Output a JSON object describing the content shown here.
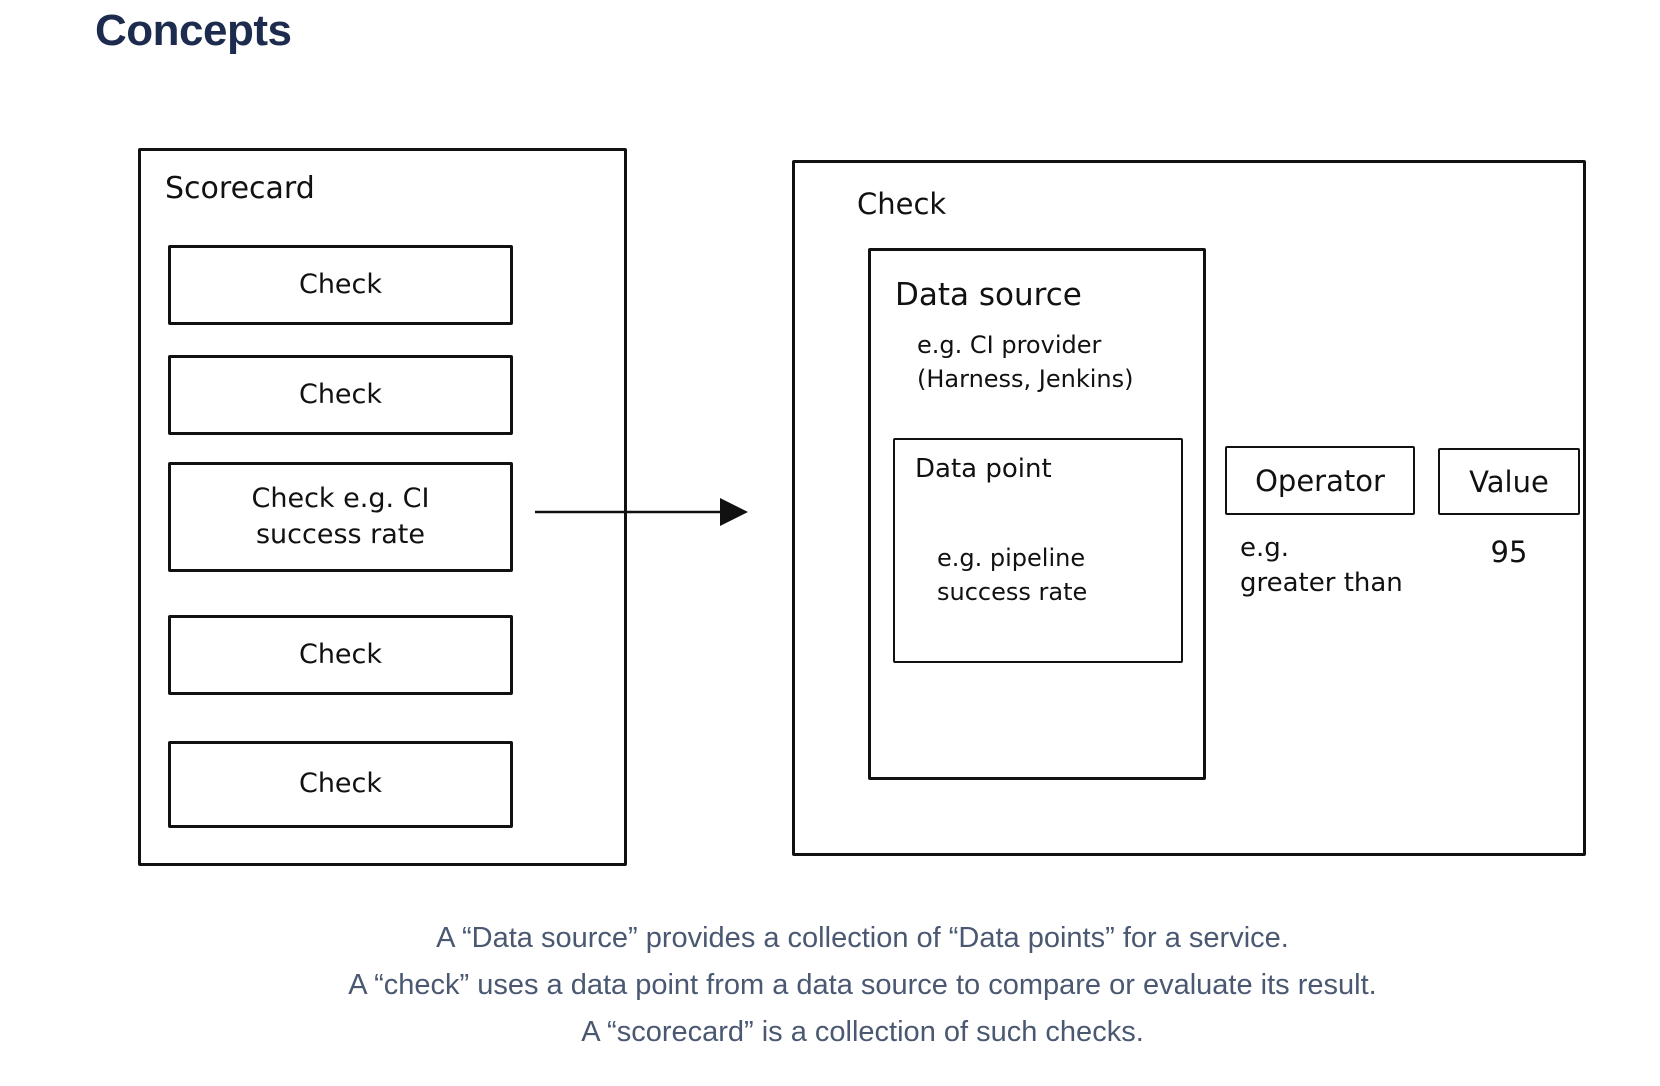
{
  "title": "Concepts",
  "colors": {
    "heading": "#1d2b4e",
    "caption": "#4a5872",
    "stroke": "#111111",
    "background": "#ffffff"
  },
  "scorecard": {
    "label": "Scorecard",
    "checks": [
      {
        "label": "Check"
      },
      {
        "label": "Check"
      },
      {
        "label": "Check e.g. CI\nsuccess rate"
      },
      {
        "label": "Check"
      },
      {
        "label": "Check"
      }
    ]
  },
  "check_detail": {
    "label": "Check",
    "data_source": {
      "title": "Data source",
      "example": "e.g. CI provider\n(Harness, Jenkins)",
      "data_point": {
        "title": "Data point",
        "example": "e.g. pipeline\nsuccess rate"
      }
    },
    "operator": {
      "label": "Operator",
      "example": "e.g.\ngreater than"
    },
    "value": {
      "label": "Value",
      "example": "95"
    }
  },
  "caption": {
    "line1": "A “Data source” provides a collection of “Data points” for a service.",
    "line2": "A “check” uses a data point from a data source to compare or evaluate its result.",
    "line3": "A “scorecard” is a collection of such checks."
  }
}
